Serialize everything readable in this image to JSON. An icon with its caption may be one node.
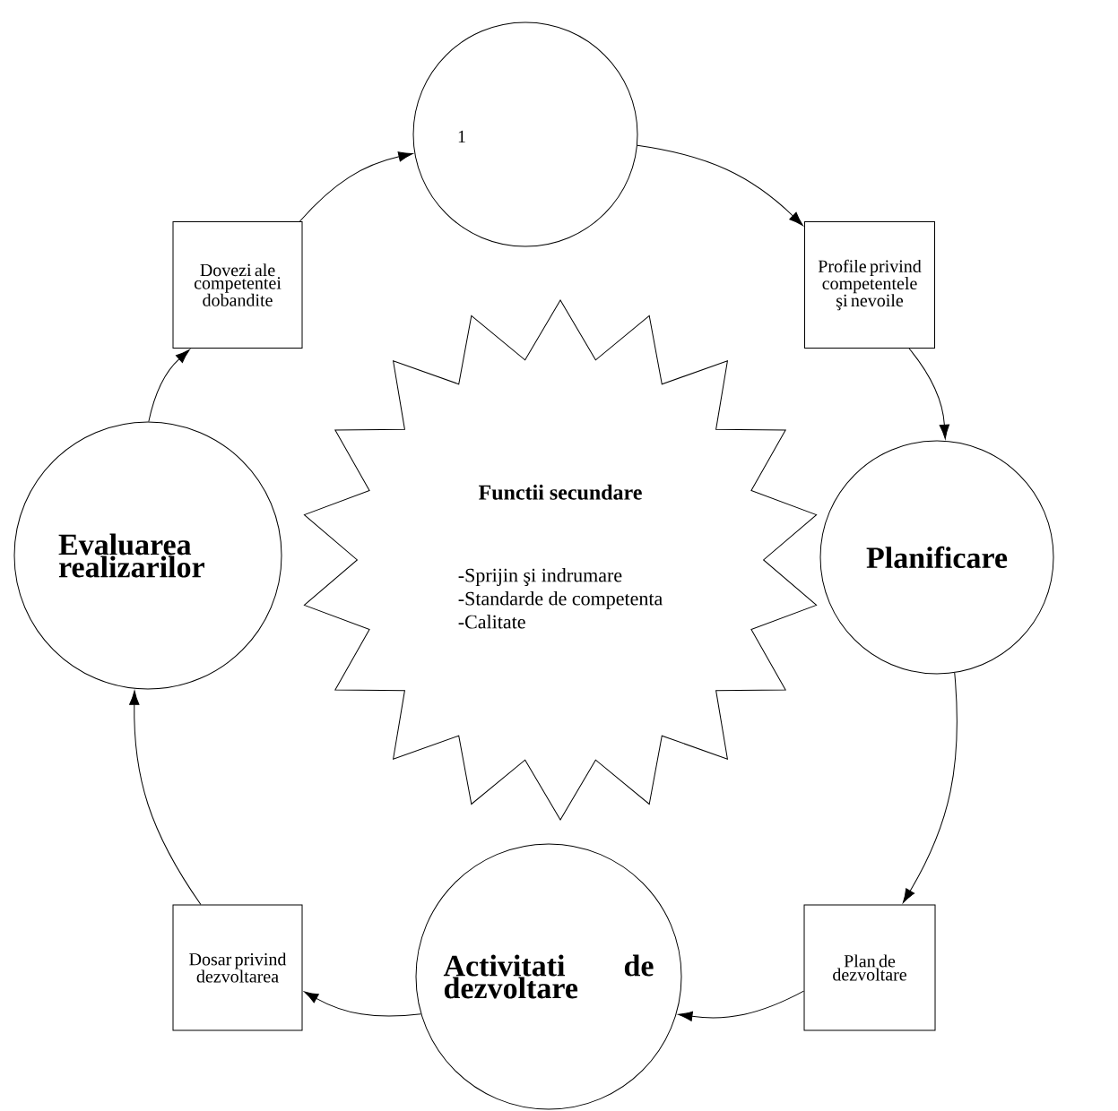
{
  "diagram": {
    "nodes": [
      {
        "text": [
          "1"
        ]
      },
      {
        "text": [
          "Profile privind competentele şi nevoile"
        ]
      },
      {
        "text": [
          "Planificare"
        ]
      },
      {
        "text": [
          "Plan de dezvoltare"
        ]
      },
      {
        "text": [
          "Activitati de dezvoltare"
        ]
      },
      {
        "text": [
          "Dosar privind dezvoltarea"
        ]
      },
      {
        "text": [
          "Evaluarea realizarilor"
        ]
      },
      {
        "text": [
          "Dovezi ale competentei dobandite"
        ]
      },
      {
        "text": [
          "Functii secundare",
          "-Sprijin şi indrumare",
          "-Standarde de competenta",
          "-Calitate"
        ]
      }
    ],
    "edges": [
      {
        "from": 0,
        "to": 1,
        "arrow": "to"
      },
      {
        "from": 1,
        "to": 2,
        "arrow": "to"
      },
      {
        "from": 2,
        "to": 3,
        "arrow": "to"
      },
      {
        "from": 3,
        "to": 4,
        "arrow": "to"
      },
      {
        "from": 4,
        "to": 5,
        "arrow": "to"
      },
      {
        "from": 5,
        "to": 6,
        "arrow": "to"
      },
      {
        "from": 6,
        "to": 7,
        "arrow": "to"
      },
      {
        "from": 7,
        "to": 0,
        "arrow": "to"
      }
    ]
  }
}
